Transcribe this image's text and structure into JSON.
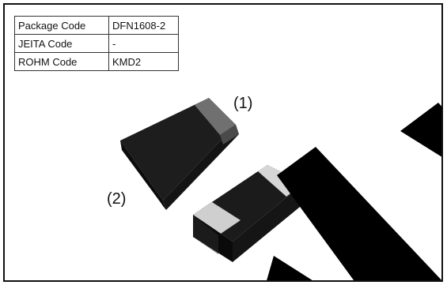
{
  "package_table": {
    "rows": [
      {
        "key": "Package Code",
        "value": "DFN1608-2"
      },
      {
        "key": "JEITA Code",
        "value": "-"
      },
      {
        "key": "ROHM Code",
        "value": "KMD2"
      }
    ]
  },
  "pin_labels": {
    "pin1": "(1)",
    "pin2": "(2)"
  },
  "colors": {
    "body_top": "#1c1c1c",
    "body_front": "#0e0e0e",
    "body_side": "#2a2a2a",
    "terminal_light": "#cfcfcf",
    "terminal_dark": "#7a7a7a",
    "watermark": "#000000"
  }
}
